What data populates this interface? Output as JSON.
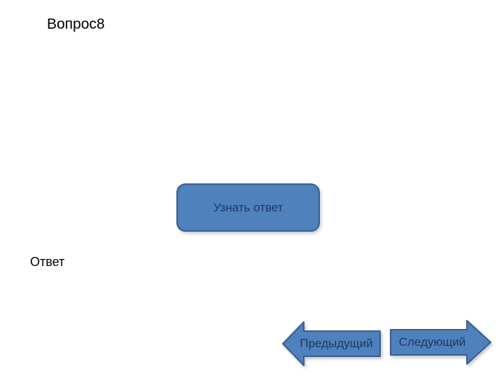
{
  "slide": {
    "title": "Вопрос8",
    "answer_label": "Ответ",
    "reveal_button": {
      "label": "Узнать ответ"
    },
    "nav": {
      "previous_label": "Предыдущий",
      "next_label": "Следующий"
    },
    "icons": {
      "previous": "left-arrow-icon",
      "next": "right-arrow-icon"
    },
    "colors": {
      "background": "#ffffff",
      "title_text": "#000000",
      "shape_fill": "#4f81bd",
      "shape_border": "#385d8a",
      "shape_text": "#1f3864"
    }
  }
}
